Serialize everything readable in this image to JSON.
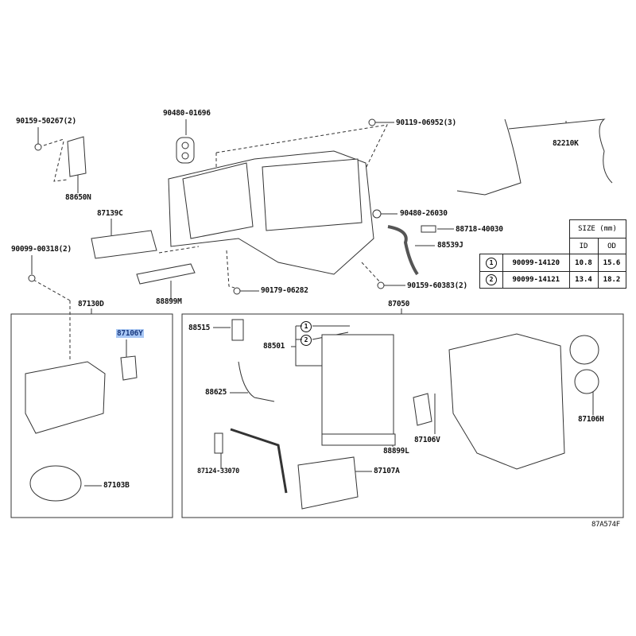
{
  "diagram_code": "87A574F",
  "highlight_color": "#a9c8f5",
  "labels": {
    "p90159_50267": "90159-50267(2)",
    "p90480_01696": "90480-01696",
    "p90119_06952": "90119-06952(3)",
    "p82210K": "82210K",
    "p88650N": "88650N",
    "p87139C": "87139C",
    "p90480_26030": "90480-26030",
    "p88718_40030": "88718-40030",
    "p88539J": "88539J",
    "p90099_00318": "90099-00318(2)",
    "p88899M": "88899M",
    "p90179_06282": "90179-06282",
    "p90159_60383": "90159-60383(2)",
    "p87130D": "87130D",
    "p87050": "87050",
    "p87106Y": "87106Y",
    "p88515": "88515",
    "p88501": "88501",
    "p88625": "88625",
    "p87106V": "87106V",
    "p87106H": "87106H",
    "p88899L": "88899L",
    "p87124_33070": "87124-33070",
    "p87107A": "87107A",
    "p87103B": "87103B",
    "callout1": "1",
    "callout2": "2"
  },
  "size_table": {
    "header": "SIZE (mm)",
    "col_id": "ID",
    "col_od": "OD",
    "rows": [
      {
        "ref": "1",
        "part": "90099-14120",
        "id": "10.8",
        "od": "15.6"
      },
      {
        "ref": "2",
        "part": "90099-14121",
        "id": "13.4",
        "od": "18.2"
      }
    ]
  }
}
